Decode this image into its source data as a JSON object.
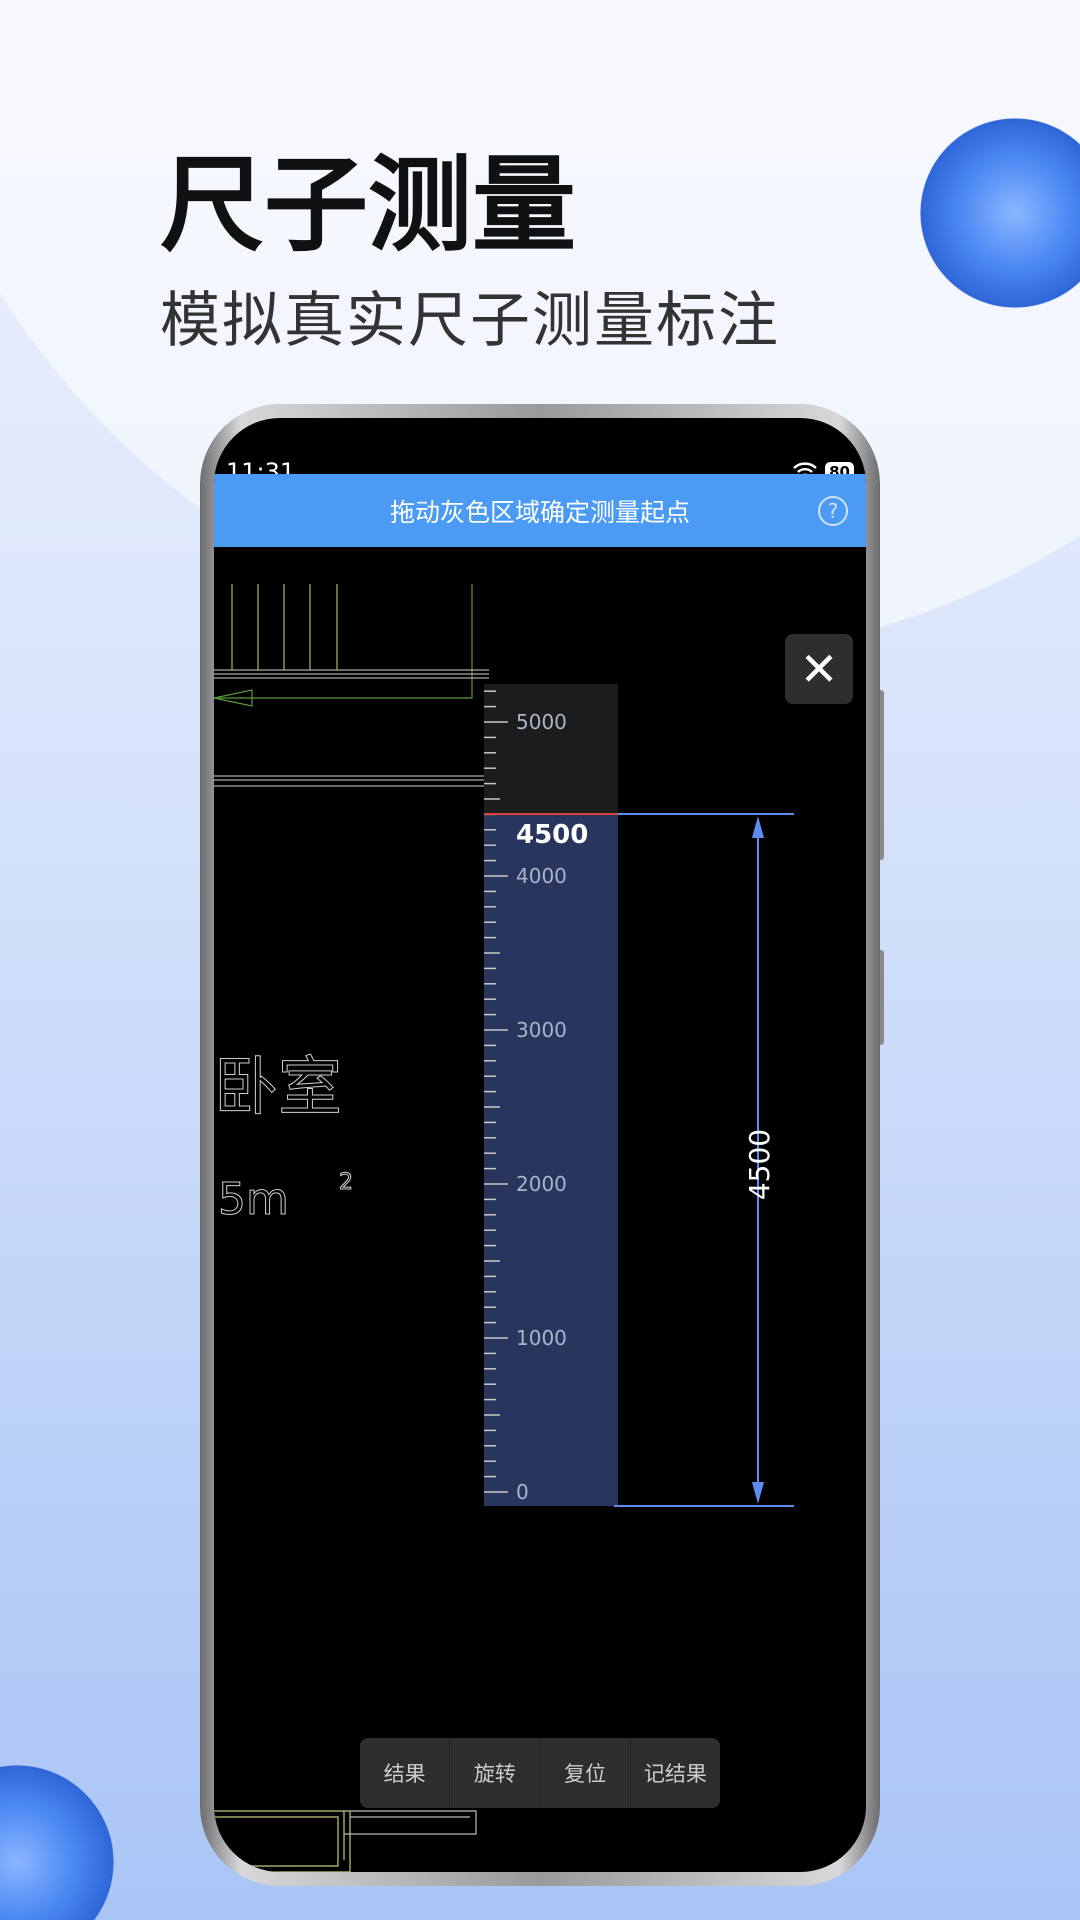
{
  "header": {
    "title": "尺子测量",
    "subtitle": "模拟真实尺子测量标注"
  },
  "status": {
    "time": "11:31",
    "battery": "80",
    "wifi_icon": "wifi-icon"
  },
  "app_bar": {
    "hint": "拖动灰色区域确定测量起点",
    "help_icon": "question-circle-icon"
  },
  "close_icon": "close-icon",
  "ruler": {
    "ticks": [
      "0",
      "1000",
      "2000",
      "3000",
      "4000",
      "5000"
    ],
    "current_value": "4500",
    "unit_step": 100
  },
  "dimension": {
    "value": "4500"
  },
  "floor_plan": {
    "room": "卧室",
    "area": "5m",
    "superscript": "2"
  },
  "toolbar": {
    "items": [
      "结果",
      "旋转",
      "复位",
      "记结果"
    ]
  },
  "colors": {
    "accent": "#4b9bf5",
    "ruler_fill": "#28365e",
    "start_line": "#d9423a",
    "dimension": "#5b8ef0"
  }
}
